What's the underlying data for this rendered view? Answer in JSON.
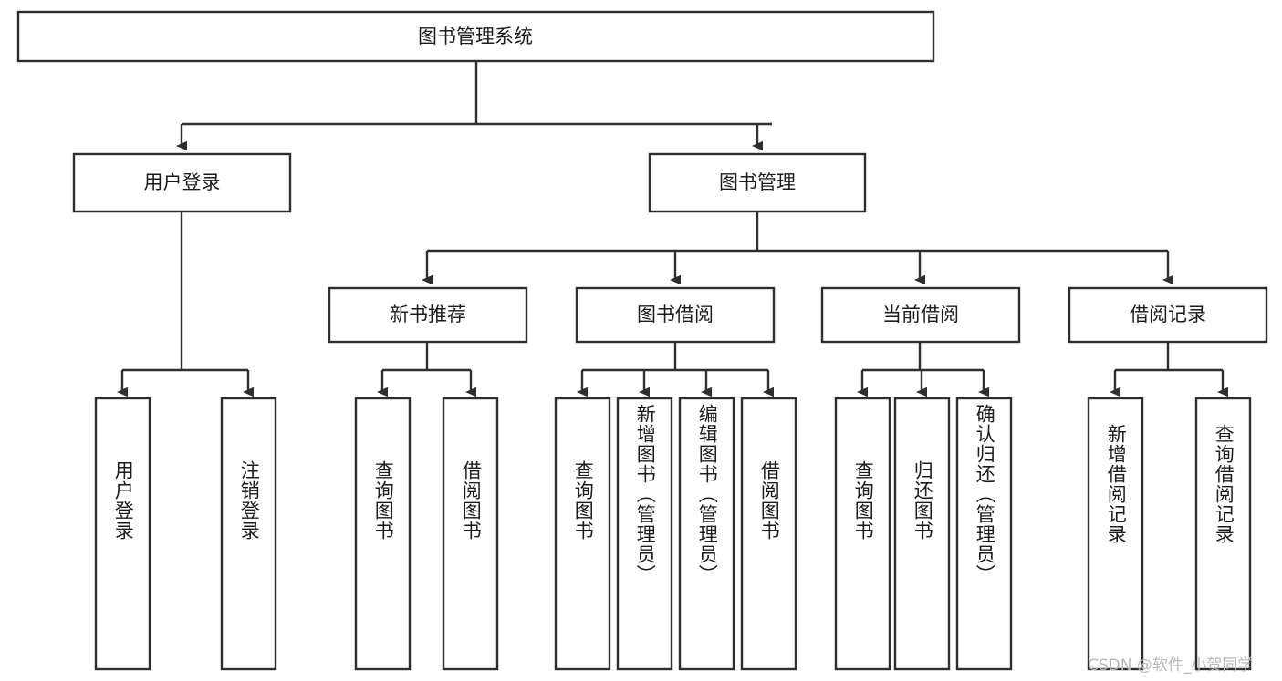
{
  "diagram": {
    "title": "图书管理系统",
    "type": "tree-hierarchy-chart",
    "colors": {
      "stroke": "#2e2e2e",
      "fill": "#ffffff",
      "text": "#1c1c1c",
      "watermark": "#b9b9b9"
    },
    "root": {
      "label": "图书管理系统"
    },
    "level2": [
      {
        "label": "用户登录"
      },
      {
        "label": "图书管理"
      }
    ],
    "level3": [
      {
        "label": "新书推荐"
      },
      {
        "label": "图书借阅"
      },
      {
        "label": "当前借阅"
      },
      {
        "label": "借阅记录"
      }
    ],
    "leaves": {
      "user_login": [
        {
          "label": "用户登录"
        },
        {
          "label": "注销登录"
        }
      ],
      "new_book_recommend": [
        {
          "label": "查询图书"
        },
        {
          "label": "借阅图书"
        }
      ],
      "book_borrow": [
        {
          "label": "查询图书"
        },
        {
          "label": "新增图书（管理员）"
        },
        {
          "label": "编辑图书（管理员）"
        },
        {
          "label": "借阅图书"
        }
      ],
      "current_borrow": [
        {
          "label": "查询图书"
        },
        {
          "label": "归还图书"
        },
        {
          "label": "确认归还（管理员）"
        }
      ],
      "borrow_record": [
        {
          "label": "新增借阅记录"
        },
        {
          "label": "查询借阅记录"
        }
      ]
    }
  },
  "watermark": {
    "text": "CSDN @软件_小贺同学"
  }
}
